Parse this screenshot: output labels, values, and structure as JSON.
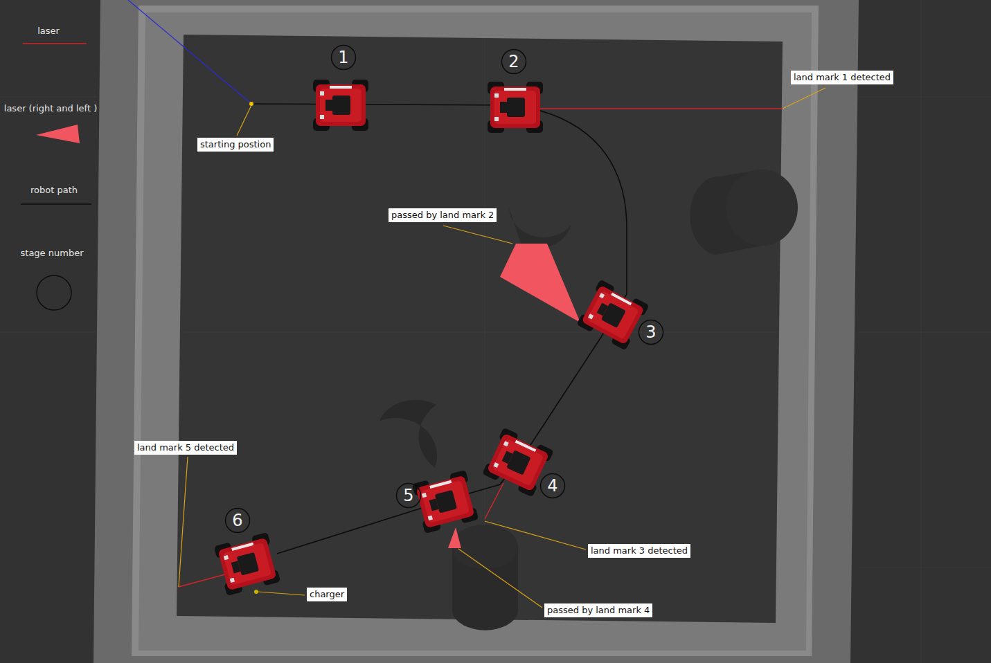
{
  "diagram": {
    "nodes": [
      {
        "text": [
          "1"
        ]
      },
      {
        "text": [
          "2"
        ]
      },
      {
        "text": [
          "land mark 1 detected"
        ]
      },
      {
        "text": [
          "starting postion"
        ]
      },
      {
        "text": [
          "passed by land mark 2"
        ]
      },
      {
        "text": [
          "3"
        ]
      },
      {
        "text": [
          "land mark 5 detected"
        ]
      },
      {
        "text": [
          "4"
        ]
      },
      {
        "text": [
          "5"
        ]
      },
      {
        "text": [
          "6"
        ]
      },
      {
        "text": [
          "land mark 3 detected"
        ]
      },
      {
        "text": [
          "charger"
        ]
      },
      {
        "text": [
          "passed by land mark 4"
        ]
      }
    ],
    "legend": [
      {
        "text": "laser"
      },
      {
        "text": "laser (right and left )"
      },
      {
        "text": "robot path"
      },
      {
        "text": "stage number"
      }
    ]
  }
}
